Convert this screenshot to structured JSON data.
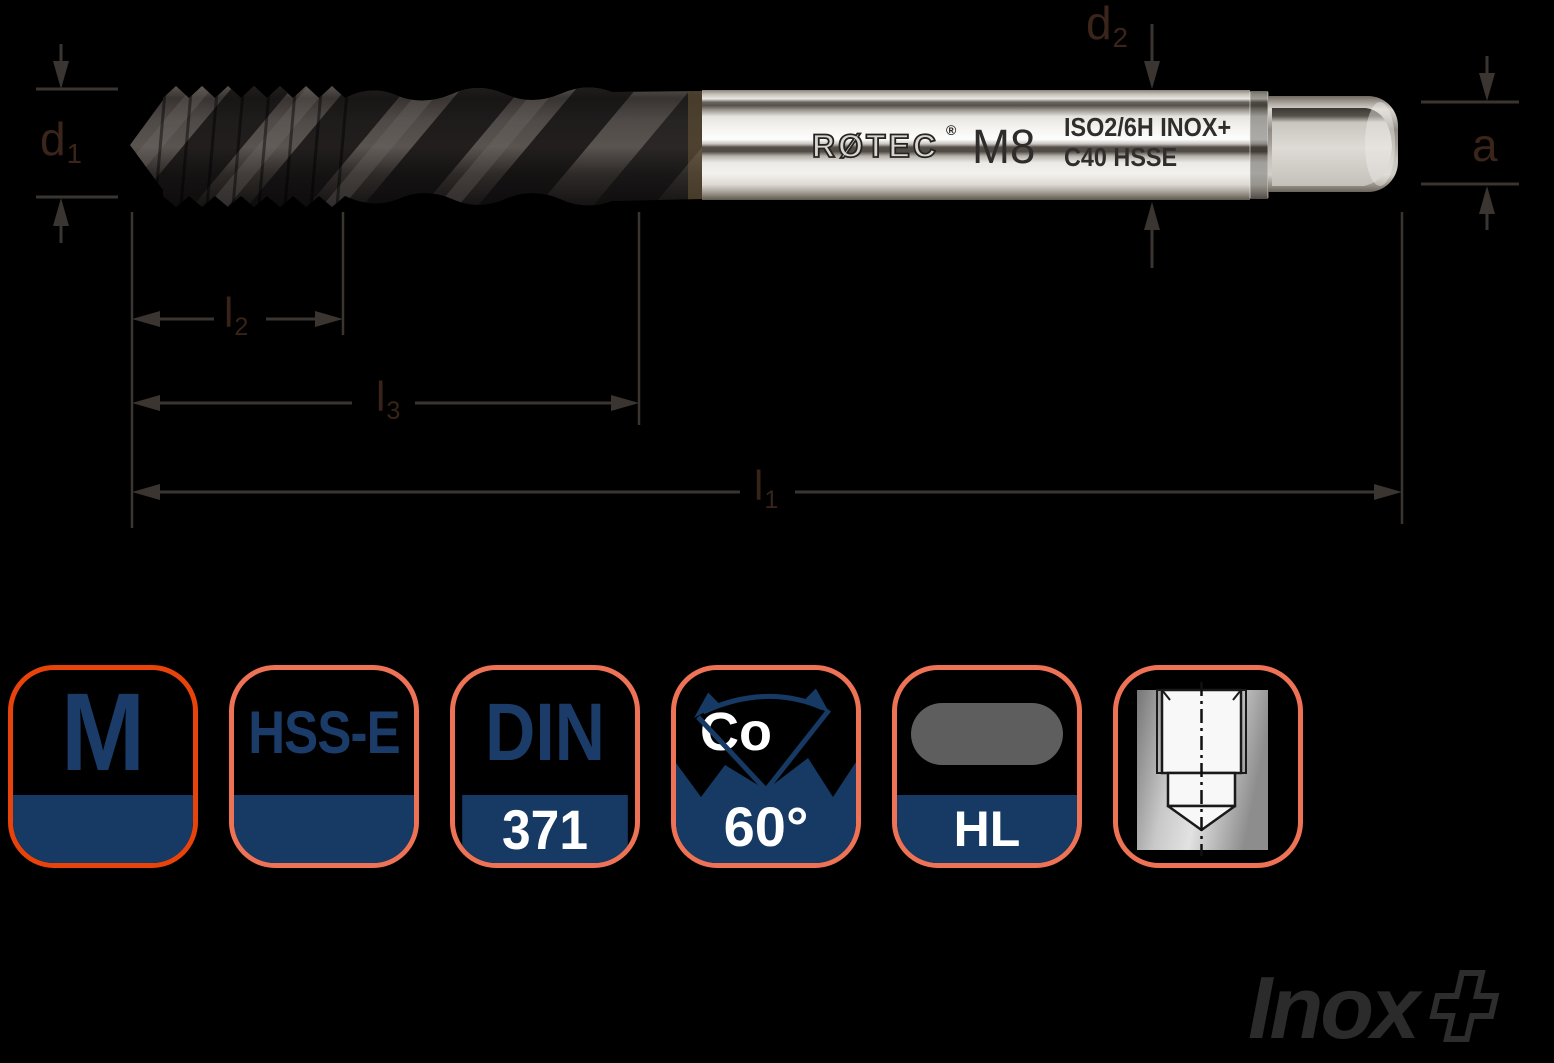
{
  "product_drawing": {
    "shank_markings": {
      "brand": "RØTEC",
      "registered": "®",
      "size": "M8",
      "spec_line1": "ISO2/6H INOX+",
      "spec_line2": "C40 HSSE"
    },
    "dimensions": {
      "d1": {
        "base": "d",
        "sub": "1"
      },
      "d2": {
        "base": "d",
        "sub": "2"
      },
      "a": {
        "base": "a",
        "sub": ""
      },
      "l2": {
        "base": "l",
        "sub": "2"
      },
      "l3": {
        "base": "l",
        "sub": "3"
      },
      "l1": {
        "base": "l",
        "sub": "1"
      }
    }
  },
  "badges": [
    {
      "name": "thread-type",
      "label": "M"
    },
    {
      "name": "material",
      "label": "HSS-E"
    },
    {
      "name": "standard",
      "label": "DIN",
      "band_label": "371"
    },
    {
      "name": "flank-angle",
      "icon": "thread-profile-angle-icon",
      "co_label": "Co",
      "band_label": "60°"
    },
    {
      "name": "surface-treatment",
      "icon": "rounded-pill-icon",
      "band_label": "HL"
    },
    {
      "name": "hole-type",
      "icon": "blind-hole-icon"
    }
  ],
  "footer_logo": {
    "text": "Inox",
    "plus_icon": "plus-icon"
  },
  "colors": {
    "accent_primary": "#e8430b",
    "accent_secondary": "#ee7255",
    "navy": "#163a64",
    "dim_line": "#3a3531",
    "dim_label": "#3b251b",
    "background": "#000000"
  }
}
